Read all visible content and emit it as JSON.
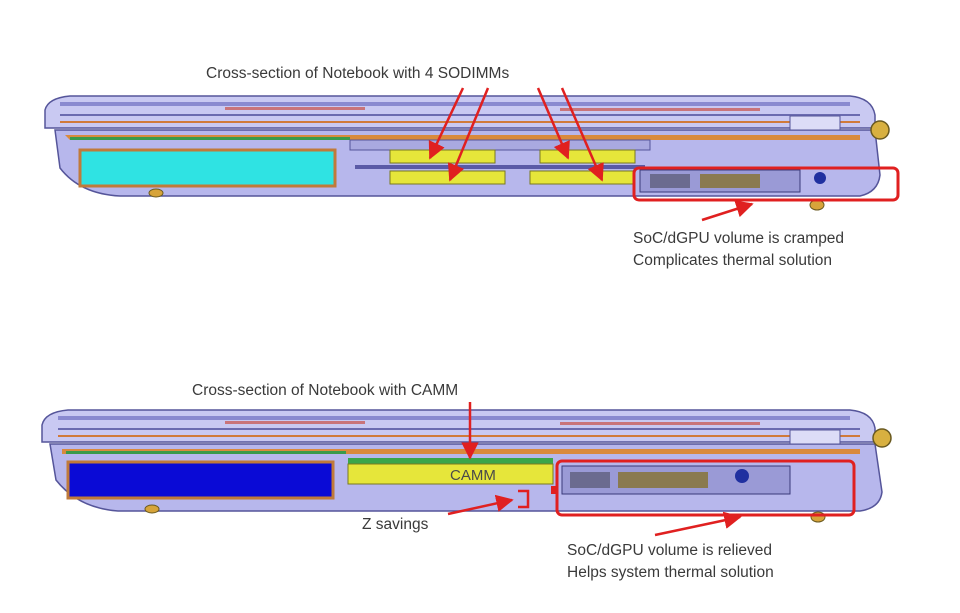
{
  "top_panel": {
    "title": "Cross-section of Notebook with 4 SODIMMs",
    "callout_line1": "SoC/dGPU volume is cramped",
    "callout_line2": "Complicates thermal solution"
  },
  "bottom_panel": {
    "title": "Cross-section of Notebook with CAMM",
    "module_label": "CAMM",
    "z_label": "Z savings",
    "callout_line1": "SoC/dGPU volume is relieved",
    "callout_line2": "Helps system thermal solution"
  },
  "colors": {
    "chassis_fill": "#b7b7ec",
    "chassis_dark": "#5a5aa6",
    "battery_top": "#2fe3e3",
    "battery_bottom": "#0a0ad6",
    "memory_yellow": "#e6e63a",
    "highlight_red": "#e02020"
  }
}
